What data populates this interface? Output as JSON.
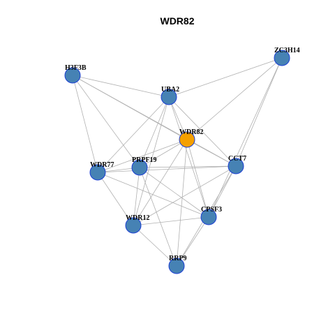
{
  "title": "WDR82",
  "colors": {
    "focus_fill": "#f5a000",
    "node_fill": "#4682b4",
    "node_stroke": "#1c3fd4",
    "edge": "#b0b0b0"
  },
  "nodes": [
    {
      "id": "WDR82",
      "label": "WDR82",
      "focus": true
    },
    {
      "id": "ZC3H14",
      "label": "ZC3H14"
    },
    {
      "id": "H3F3B",
      "label": "H3F3B"
    },
    {
      "id": "UBA2",
      "label": "UBA2"
    },
    {
      "id": "WDR77",
      "label": "WDR77"
    },
    {
      "id": "PRPF19",
      "label": "PRPF19"
    },
    {
      "id": "CCT7",
      "label": "CCT7"
    },
    {
      "id": "CPSF3",
      "label": "CPSF3"
    },
    {
      "id": "WDR12",
      "label": "WDR12"
    },
    {
      "id": "RRP9",
      "label": "RRP9"
    }
  ],
  "edges": [
    [
      "H3F3B",
      "UBA2"
    ],
    [
      "H3F3B",
      "WDR82"
    ],
    [
      "H3F3B",
      "WDR77"
    ],
    [
      "H3F3B",
      "PRPF19"
    ],
    [
      "H3F3B",
      "CCT7"
    ],
    [
      "ZC3H14",
      "UBA2"
    ],
    [
      "ZC3H14",
      "WDR82"
    ],
    [
      "ZC3H14",
      "CCT7"
    ],
    [
      "ZC3H14",
      "CPSF3"
    ],
    [
      "UBA2",
      "WDR82"
    ],
    [
      "UBA2",
      "WDR77"
    ],
    [
      "UBA2",
      "PRPF19"
    ],
    [
      "UBA2",
      "CCT7"
    ],
    [
      "UBA2",
      "CPSF3"
    ],
    [
      "UBA2",
      "WDR12"
    ],
    [
      "WDR82",
      "WDR77"
    ],
    [
      "WDR82",
      "PRPF19"
    ],
    [
      "WDR82",
      "CCT7"
    ],
    [
      "WDR82",
      "CPSF3"
    ],
    [
      "WDR82",
      "WDR12"
    ],
    [
      "WDR82",
      "RRP9"
    ],
    [
      "WDR77",
      "PRPF19"
    ],
    [
      "WDR77",
      "CCT7"
    ],
    [
      "WDR77",
      "CPSF3"
    ],
    [
      "WDR77",
      "WDR12"
    ],
    [
      "PRPF19",
      "CCT7"
    ],
    [
      "PRPF19",
      "CPSF3"
    ],
    [
      "PRPF19",
      "WDR12"
    ],
    [
      "PRPF19",
      "RRP9"
    ],
    [
      "CCT7",
      "WDR12"
    ],
    [
      "CCT7",
      "CPSF3"
    ],
    [
      "CCT7",
      "RRP9"
    ],
    [
      "CPSF3",
      "WDR12"
    ],
    [
      "CPSF3",
      "RRP9"
    ],
    [
      "WDR12",
      "RRP9"
    ]
  ]
}
